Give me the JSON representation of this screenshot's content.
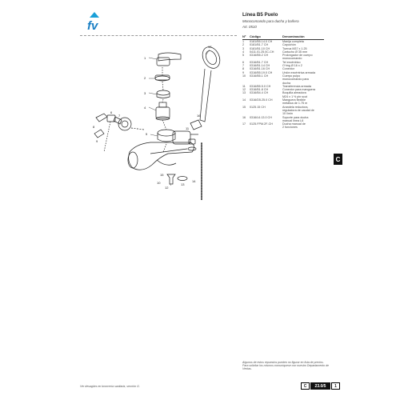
{
  "header": {
    "logo_text": "fv",
    "title": "Línea B5 Puelo",
    "subtitle": "Monocomando para ducha y bañera",
    "article": "Art. 0510"
  },
  "table": {
    "col_n": "Nº",
    "col_code": "Código",
    "col_name": "Denominación",
    "rows": [
      {
        "n": "1",
        "code": "0181/B5.14.0 CH",
        "name": "Manija completa"
      },
      {
        "n": "2",
        "code": "0181/B1.7 CH",
        "name": "Capuchón"
      },
      {
        "n": "3",
        "code": "0181/B1.10 CH",
        "name": "Tuerca M37 x 1.25"
      },
      {
        "n": "4",
        "code": "0411.01.25.0C-CH",
        "name": "Cartucho Ø 35 mm"
      },
      {
        "n": "5",
        "code": "0316/B5.2 CH",
        "name": "Prolongador de cuerpo\nmonocomando"
      },
      {
        "n": "6",
        "code": "0316/B1.7 CH",
        "name": "Tel excéntrico"
      },
      {
        "n": "7",
        "code": "0316/B1.14 CH",
        "name": "O’ring Ø 16 x 2"
      },
      {
        "n": "8",
        "code": "0316/B1.16 CH",
        "name": "Conector"
      },
      {
        "n": "9",
        "code": "0316/B5.19.0 CH",
        "name": "Unión excéntrica armada"
      },
      {
        "n": "10",
        "code": "0316/B5.1 CH",
        "name": "Cuerpo pulpo\nmonocomando para\nducha"
      },
      {
        "n": "11",
        "code": "0316/B5.5.0 CH",
        "name": "Transferencia armada"
      },
      {
        "n": "12",
        "code": "0316/B1.8 CH",
        "name": "Conector para manguera"
      },
      {
        "n": "13",
        "code": "0316/B4.4 CH",
        "name": "Boquilla aireadora\nM24 x 1 ½ pin scut"
      },
      {
        "n": "14",
        "code": "0316/D5.25.0 CH",
        "name": "Manguera flexible\nmetálica de 1.75 m"
      },
      {
        "n": "15",
        "code": "0125.15 CH",
        "name": "Arandela reductora,\nreguladora de caudal de\n10 l/min"
      },
      {
        "n": "16",
        "code": "0316/L6.13.0 CH",
        "name": "Soporte para ducha\nmanual línea L6"
      },
      {
        "n": "17",
        "code": "0125.FPM.2F-CH",
        "name": "Ducha manual de\n2 funciones"
      }
    ]
  },
  "side_tab": "C",
  "note": "Algunos de estos repuestos pueden no figurar en lista de precios. Para solicitar los mismos comuníquese con nuestro Departamento de Ventas.",
  "footer_note": "Ver desagües en broncería sanitaria, sección G.",
  "page_box": {
    "letter": "C",
    "number": "23.0/5",
    "sheet": "1"
  },
  "callouts": [
    "1",
    "2",
    "3",
    "4",
    "5",
    "6",
    "7",
    "8",
    "9",
    "10",
    "11",
    "12",
    "13",
    "14",
    "15",
    "16",
    "17"
  ]
}
